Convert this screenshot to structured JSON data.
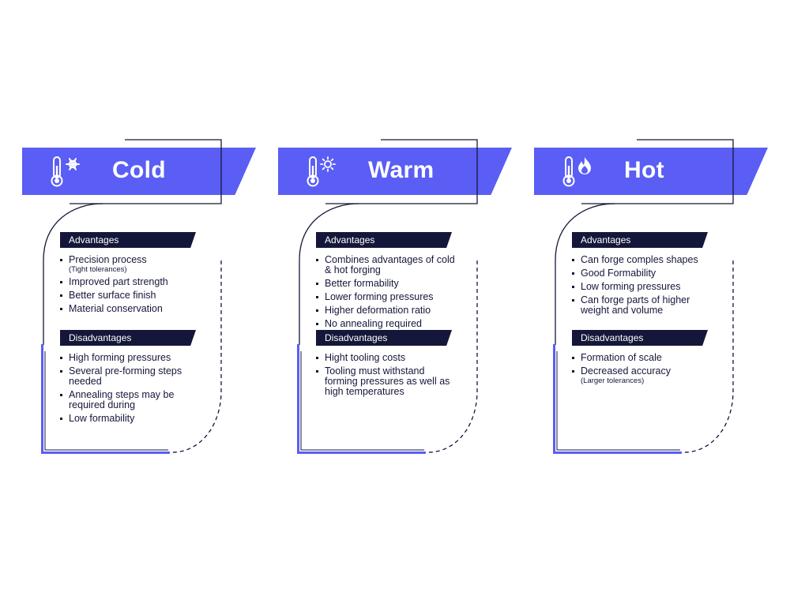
{
  "colors": {
    "accent": "#5a5ef5",
    "navy": "#15173a",
    "outline": "#15173a"
  },
  "cards": [
    {
      "title": "Cold",
      "icon": "thermometer-snowflake-icon",
      "advantages_label": "Advantages",
      "advantages": [
        {
          "text": "Precision process",
          "note": "(Tight tolerances)"
        },
        {
          "text": "Improved part strength"
        },
        {
          "text": "Better surface finish"
        },
        {
          "text": "Material conservation"
        }
      ],
      "disadvantages_label": "Disadvantages",
      "disadvantages": [
        {
          "text": "High forming pressures"
        },
        {
          "text": "Several pre-forming steps needed"
        },
        {
          "text": "Annealing steps may be required during"
        },
        {
          "text": "Low formability"
        }
      ]
    },
    {
      "title": "Warm",
      "icon": "thermometer-sun-icon",
      "advantages_label": "Advantages",
      "advantages": [
        {
          "text": "Combines advantages of cold & hot forging"
        },
        {
          "text": "Better formability"
        },
        {
          "text": "Lower forming pressures"
        },
        {
          "text": "Higher deformation ratio"
        },
        {
          "text": "No annealing required"
        }
      ],
      "disadvantages_label": "Disadvantages",
      "disadvantages": [
        {
          "text": "Hight tooling costs"
        },
        {
          "text": "Tooling must withstand forming pressures as well as high temperatures"
        }
      ]
    },
    {
      "title": "Hot",
      "icon": "thermometer-flame-icon",
      "advantages_label": "Advantages",
      "advantages": [
        {
          "text": "Can forge comples shapes"
        },
        {
          "text": "Good Formability"
        },
        {
          "text": "Low forming pressures"
        },
        {
          "text": "Can forge parts of higher weight and volume"
        }
      ],
      "disadvantages_label": "Disadvantages",
      "disadvantages": [
        {
          "text": "Formation of scale"
        },
        {
          "text": "Decreased accuracy",
          "note": "(Larger tolerances)"
        }
      ]
    }
  ]
}
